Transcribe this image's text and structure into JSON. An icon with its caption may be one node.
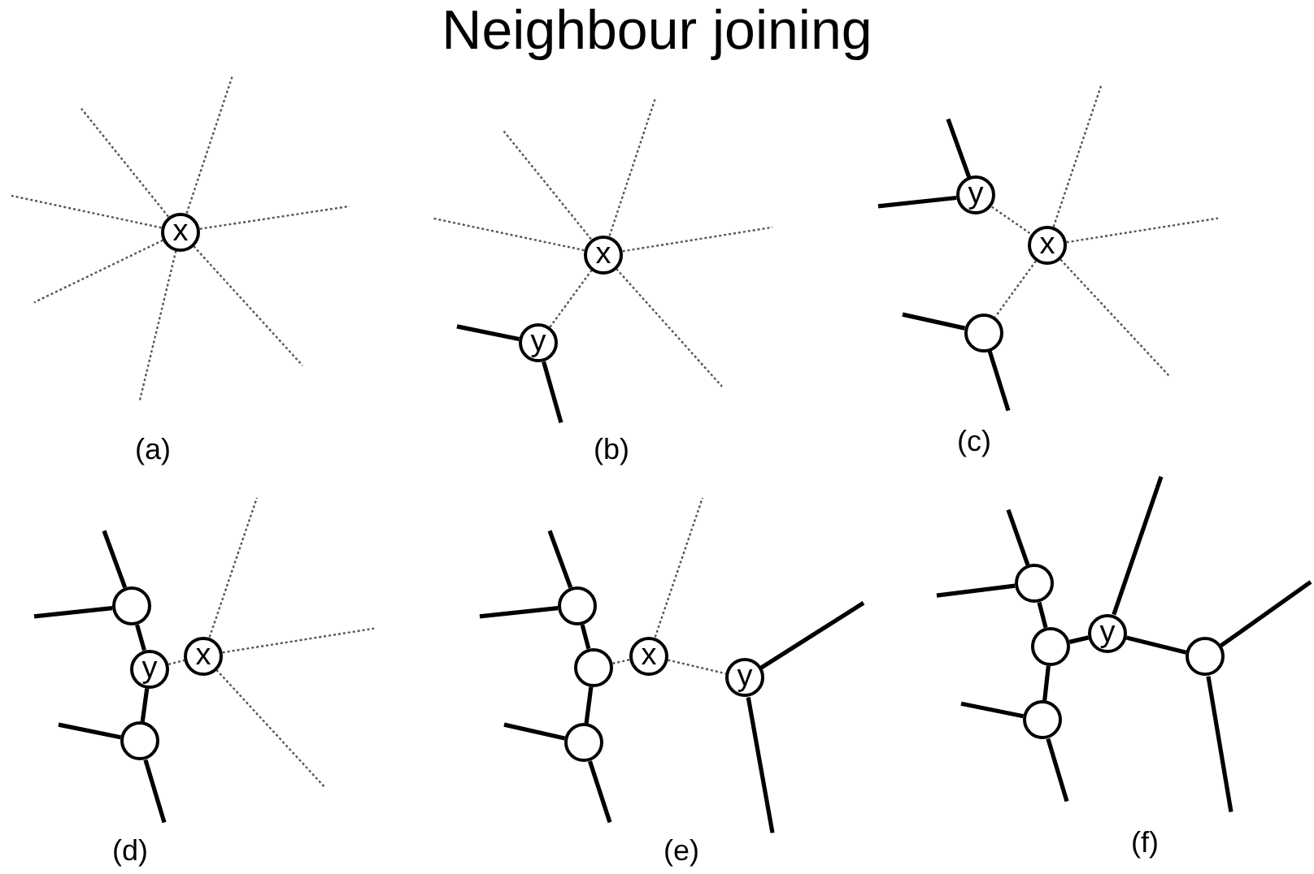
{
  "diagram": {
    "title": "Neighbour joining",
    "nodes": [
      {
        "text": [
          "x"
        ]
      },
      {
        "text": [
          "x"
        ]
      },
      {
        "text": [
          "y"
        ]
      },
      {
        "text": [
          "y"
        ]
      },
      {
        "text": [
          "x"
        ]
      },
      {
        "text": [],
        "shape": "circle"
      },
      {
        "text": [],
        "shape": "circle"
      },
      {
        "text": [
          "y"
        ]
      },
      {
        "text": [
          "x"
        ]
      },
      {
        "text": [],
        "shape": "circle"
      },
      {
        "text": [],
        "shape": "circle"
      },
      {
        "text": [],
        "shape": "circle"
      },
      {
        "text": [
          "x"
        ]
      },
      {
        "text": [
          "y"
        ]
      },
      {
        "text": [],
        "shape": "circle"
      },
      {
        "text": [],
        "shape": "circle"
      },
      {
        "text": [],
        "shape": "circle"
      },
      {
        "text": [
          "y"
        ]
      },
      {
        "text": [],
        "shape": "circle"
      },
      {
        "text": [],
        "shape": "circle"
      }
    ],
    "edges": [
      {
        "from": 0,
        "to": null,
        "arrow": "none",
        "style": "dashed"
      },
      {
        "from": 0,
        "to": null,
        "arrow": "none",
        "style": "dashed"
      },
      {
        "from": 0,
        "to": null,
        "arrow": "none",
        "style": "dashed"
      },
      {
        "from": 0,
        "to": null,
        "arrow": "none",
        "style": "dashed"
      },
      {
        "from": 0,
        "to": null,
        "arrow": "none",
        "style": "dashed"
      },
      {
        "from": 0,
        "to": null,
        "arrow": "none",
        "style": "dashed"
      },
      {
        "from": 0,
        "to": null,
        "arrow": "none",
        "style": "dashed"
      },
      {
        "from": 1,
        "to": null,
        "arrow": "none",
        "style": "dashed"
      },
      {
        "from": 1,
        "to": null,
        "arrow": "none",
        "style": "dashed"
      },
      {
        "from": 1,
        "to": null,
        "arrow": "none",
        "style": "dashed"
      },
      {
        "from": 1,
        "to": null,
        "arrow": "none",
        "style": "dashed"
      },
      {
        "from": 1,
        "to": null,
        "arrow": "none",
        "style": "dashed"
      },
      {
        "from": 1,
        "to": 2,
        "arrow": "none",
        "style": "dashed"
      },
      {
        "from": 2,
        "to": null,
        "arrow": "none"
      },
      {
        "from": 2,
        "to": null,
        "arrow": "none"
      },
      {
        "from": 3,
        "to": null,
        "arrow": "none"
      },
      {
        "from": 3,
        "to": null,
        "arrow": "none"
      },
      {
        "from": 3,
        "to": 4,
        "arrow": "none",
        "style": "dashed"
      },
      {
        "from": 4,
        "to": null,
        "arrow": "none",
        "style": "dashed"
      },
      {
        "from": 4,
        "to": null,
        "arrow": "none",
        "style": "dashed"
      },
      {
        "from": 4,
        "to": null,
        "arrow": "none",
        "style": "dashed"
      },
      {
        "from": 4,
        "to": 5,
        "arrow": "none",
        "style": "dashed"
      },
      {
        "from": 5,
        "to": null,
        "arrow": "none"
      },
      {
        "from": 5,
        "to": null,
        "arrow": "none"
      },
      {
        "from": 6,
        "to": null,
        "arrow": "none"
      },
      {
        "from": 6,
        "to": null,
        "arrow": "none"
      },
      {
        "from": 6,
        "to": 7,
        "arrow": "none"
      },
      {
        "from": 7,
        "to": 9,
        "arrow": "none"
      },
      {
        "from": 7,
        "to": 8,
        "arrow": "none",
        "style": "dashed"
      },
      {
        "from": 8,
        "to": null,
        "arrow": "none",
        "style": "dashed"
      },
      {
        "from": 8,
        "to": null,
        "arrow": "none",
        "style": "dashed"
      },
      {
        "from": 8,
        "to": null,
        "arrow": "none",
        "style": "dashed"
      },
      {
        "from": 9,
        "to": null,
        "arrow": "none"
      },
      {
        "from": 9,
        "to": null,
        "arrow": "none"
      },
      {
        "from": 10,
        "to": null,
        "arrow": "none"
      },
      {
        "from": 10,
        "to": null,
        "arrow": "none"
      },
      {
        "from": 10,
        "to": 11,
        "arrow": "none"
      },
      {
        "from": 11,
        "to": 14,
        "arrow": "none"
      },
      {
        "from": 11,
        "to": 12,
        "arrow": "none",
        "style": "dashed"
      },
      {
        "from": 12,
        "to": null,
        "arrow": "none",
        "style": "dashed"
      },
      {
        "from": 12,
        "to": 13,
        "arrow": "none",
        "style": "dashed"
      },
      {
        "from": 13,
        "to": null,
        "arrow": "none"
      },
      {
        "from": 13,
        "to": null,
        "arrow": "none"
      },
      {
        "from": 14,
        "to": null,
        "arrow": "none"
      },
      {
        "from": 14,
        "to": null,
        "arrow": "none"
      },
      {
        "from": 15,
        "to": null,
        "arrow": "none"
      },
      {
        "from": 15,
        "to": null,
        "arrow": "none"
      },
      {
        "from": 15,
        "to": 16,
        "arrow": "none"
      },
      {
        "from": 16,
        "to": 19,
        "arrow": "none"
      },
      {
        "from": 16,
        "to": 17,
        "arrow": "none"
      },
      {
        "from": 17,
        "to": null,
        "arrow": "none"
      },
      {
        "from": 17,
        "to": 18,
        "arrow": "none"
      },
      {
        "from": 18,
        "to": null,
        "arrow": "none"
      },
      {
        "from": 18,
        "to": null,
        "arrow": "none"
      },
      {
        "from": 19,
        "to": null,
        "arrow": "none"
      },
      {
        "from": 19,
        "to": null,
        "arrow": "none"
      }
    ],
    "labels": [
      "(a)",
      "(b)",
      "(c)",
      "(d)",
      "(e)",
      "(f)"
    ]
  }
}
